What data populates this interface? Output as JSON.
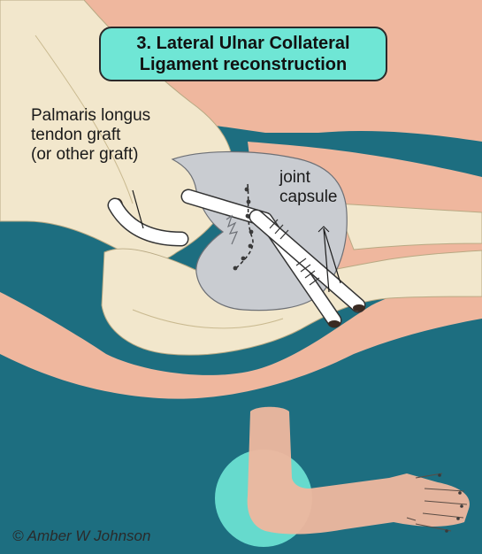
{
  "title": {
    "line1": "3. Lateral Ulnar Collateral",
    "line2": "Ligament reconstruction"
  },
  "labels": {
    "graft": [
      "Palmaris longus",
      "tendon graft",
      "(or other graft)"
    ],
    "capsule": [
      "joint",
      "capsule"
    ]
  },
  "copyright": "© Amber W Johnson",
  "colors": {
    "background": "#1d6e80",
    "skin": "#efb79e",
    "bone": "#f2e7cc",
    "capsule": "#c9ccd1",
    "tendon": "#ffffff",
    "accent": "#6fe6d5"
  }
}
